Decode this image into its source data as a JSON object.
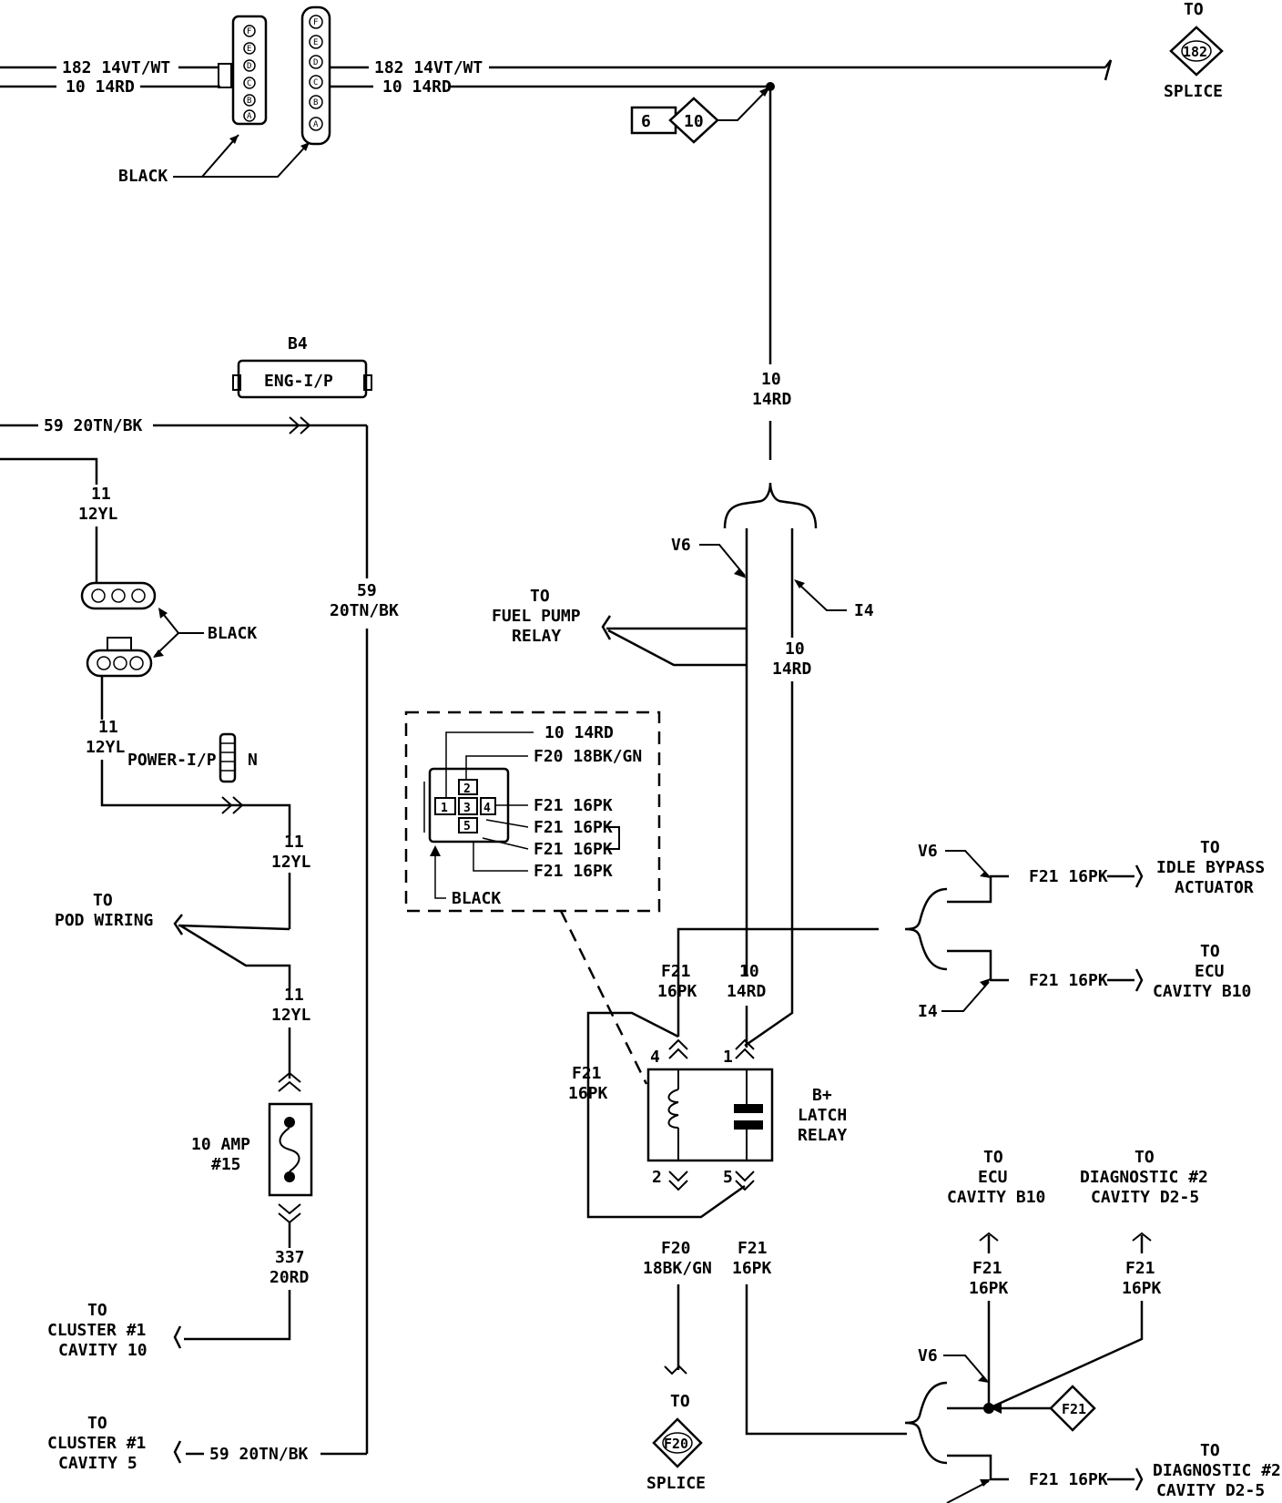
{
  "top": {
    "left_wire_1": "182 14VT/WT",
    "left_wire_2": "10 14RD",
    "right_wire_1": "182 14VT/WT",
    "right_wire_2": "10 14RD",
    "connector_color": "BLACK",
    "connector_pins": [
      "F",
      "E",
      "D",
      "C",
      "B",
      "A"
    ],
    "to_label": "TO",
    "splice_182_id": "182",
    "splice_label": "SPLICE"
  },
  "splice_ref_10": {
    "number": "6",
    "id": "10"
  },
  "b4": {
    "code": "B4",
    "name": "ENG-I/P"
  },
  "left_side": {
    "wire_59_top": "59 20TN/BK",
    "wire_11_a_num": "11",
    "wire_11_a_gauge": "12YL",
    "black_label": "BLACK",
    "wire_11_b_num": "11",
    "wire_11_b_gauge": "12YL",
    "power_ip": "POWER-I/P",
    "power_ip_suffix": "N",
    "wire_11_c_num": "11",
    "wire_11_c_gauge": "12YL",
    "pod_to": "TO",
    "pod_label": "POD WIRING",
    "wire_11_d_num": "11",
    "wire_11_d_gauge": "12YL",
    "fuse_amp": "10 AMP",
    "fuse_num": "#15",
    "wire_337_num": "337",
    "wire_337_gauge": "20RD",
    "cluster_to_1": "TO",
    "cluster_l1_1": "CLUSTER #1",
    "cluster_l2_1": "CAVITY 10",
    "cluster_to_2": "TO",
    "cluster_l1_2": "CLUSTER #1",
    "cluster_l2_2": "CAVITY 5",
    "wire_59_bottom": "59 20TN/BK",
    "wire_59_mid_num": "59",
    "wire_59_mid_gauge": "20TN/BK"
  },
  "center": {
    "wire_10_num": "10",
    "wire_10_gauge": "14RD",
    "v6": "V6",
    "i4": "I4",
    "fp_to": "TO",
    "fp_l1": "FUEL PUMP",
    "fp_l2": "RELAY",
    "wire_10b_num": "10",
    "wire_10b_gauge": "14RD"
  },
  "inset": {
    "labels": [
      "10 14RD",
      "F20 18BK/GN",
      "F21 16PK",
      "F21 16PK",
      "F21 16PK",
      "F21 16PK"
    ],
    "pins": [
      "1",
      "2",
      "3",
      "4",
      "5"
    ],
    "black": "BLACK"
  },
  "relay": {
    "name_1": "B+",
    "name_2": "LATCH",
    "name_3": "RELAY",
    "pin_4": "4",
    "pin_1": "1",
    "pin_2": "2",
    "pin_5": "5",
    "w_f21_left_num": "F21",
    "w_f21_left_gauge": "16PK",
    "w_f21_top_num": "F21",
    "w_f21_top_gauge": "16PK",
    "w_10_top_num": "10",
    "w_10_top_gauge": "14RD",
    "w_f20_num": "F20",
    "w_f20_gauge": "18BK/GN",
    "w_f21_bot_num": "F21",
    "w_f21_bot_gauge": "16PK"
  },
  "right_side": {
    "v6": "V6",
    "i4": "I4",
    "idle_wire": "F21 16PK",
    "idle_to": "TO",
    "idle_l1": "IDLE BYPASS",
    "idle_l2": "ACTUATOR",
    "ecu_wire": "F21 16PK",
    "ecu_to": "TO",
    "ecu_l1": "ECU",
    "ecu_l2": "CAVITY B10",
    "ecu2_to": "TO",
    "ecu2_l1": "ECU",
    "ecu2_l2": "CAVITY B10",
    "diag_to": "TO",
    "diag_l1": "DIAGNOSTIC #2",
    "diag_l2": "CAVITY D2-5",
    "f21a_num": "F21",
    "f21a_gauge": "16PK",
    "f21b_num": "F21",
    "f21b_gauge": "16PK",
    "v6_b": "V6",
    "splice_f21": "F21",
    "diag_wire": "F21 16PK",
    "diag2_to": "TO",
    "diag2_l1": "DIAGNOSTIC #2",
    "diag2_l2": "CAVITY D2-5"
  },
  "bottom": {
    "f20_to": "TO",
    "f20_id": "F20",
    "f20_splice": "SPLICE"
  }
}
